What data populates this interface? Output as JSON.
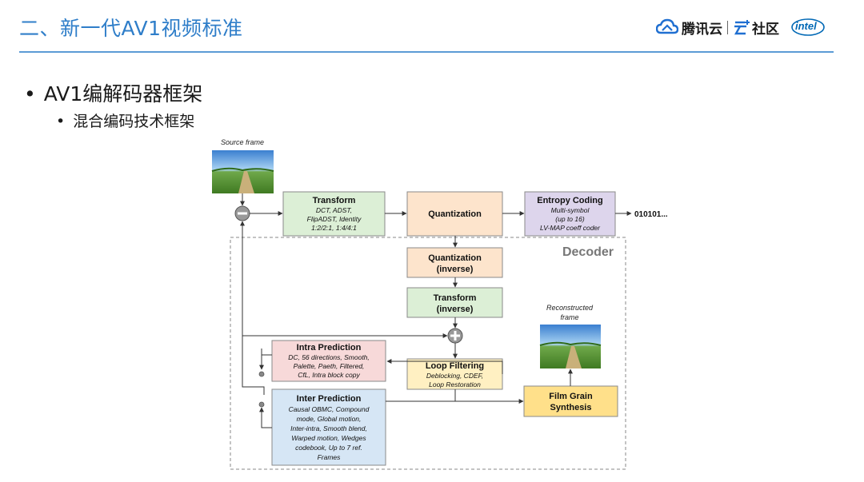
{
  "header": {
    "title": "二、新一代AV1视频标准",
    "brand_name": "腾讯云",
    "community_name": "社区",
    "intel_text": "intel"
  },
  "bullets": {
    "level1": "AV1编解码器框架",
    "level2": "混合编码技术框架"
  },
  "diagram": {
    "source_frame_label": "Source frame",
    "reconstructed_label_1": "Reconstructed",
    "reconstructed_label_2": "frame",
    "decoder_label": "Decoder",
    "output_bits": "010101...",
    "transform": {
      "title": "Transform",
      "lines": [
        "DCT, ADST,",
        "FlipADST, Identity",
        "1:2/2:1, 1:4/4:1"
      ]
    },
    "quantization": {
      "title": "Quantization"
    },
    "entropy": {
      "title": "Entropy Coding",
      "lines": [
        "Multi-symbol",
        "(up to 16)",
        "LV-MAP coeff coder"
      ]
    },
    "inv_quant": {
      "title_1": "Quantization",
      "title_2": "(inverse)"
    },
    "inv_transform": {
      "title_1": "Transform",
      "title_2": "(inverse)"
    },
    "intra": {
      "title": "Intra Prediction",
      "lines": [
        "DC, 56 directions, Smooth,",
        "Palette, Paeth, Filtered,",
        "CfL, Intra block copy"
      ]
    },
    "loop_filter": {
      "title": "Loop Filtering",
      "lines": [
        "Deblocking, CDEF,",
        "Loop Restoration"
      ]
    },
    "inter": {
      "title": "Inter Prediction",
      "lines": [
        "Causal OBMC, Compound",
        "mode, Global motion,",
        "Inter-intra, Smooth blend,",
        "Warped motion, Wedges",
        "codebook, Up to 7 ref.",
        "Frames"
      ]
    },
    "film_grain": {
      "title_1": "Film Grain",
      "title_2": "Synthesis"
    },
    "colors": {
      "green_box": "#dcefd6",
      "orange_box": "#fde4cc",
      "purple_box": "#ddd5ec",
      "red_box": "#f7d9d9",
      "yellow_box": "#fff0c2",
      "blue_box": "#d6e6f5",
      "film_grain_box": "#ffe08a"
    }
  }
}
